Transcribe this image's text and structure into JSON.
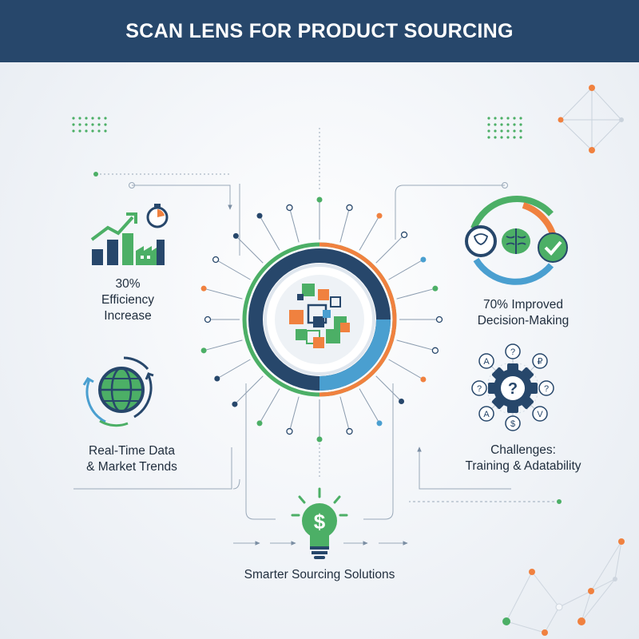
{
  "title": "SCAN LENS FOR PRODUCT SOURCING",
  "sections": {
    "efficiency": {
      "line1": "30%",
      "line2": "Efficiency",
      "line3": "Increase"
    },
    "decision": {
      "line1": "70% Improved",
      "line2": "Decision-Making"
    },
    "realtime": {
      "line1": "Real-Time Data",
      "line2": "& Market Trends"
    },
    "challenges": {
      "line1": "Challenges:",
      "line2": "Training & Adatability"
    },
    "solutions": {
      "line1": "Smarter Sourcing Solutions",
      "bulb_symbol": "$"
    }
  },
  "gear_badges": [
    "A",
    "?",
    "₽",
    "?",
    "?",
    "A",
    "$",
    "V"
  ],
  "gear_symbol": "?",
  "colors": {
    "navy": "#27476b",
    "green": "#4caf66",
    "orange": "#f0813f",
    "blue": "#4a9fd0",
    "header": "#27476b"
  },
  "icons": [
    "bar-chart-icon",
    "stopwatch-icon",
    "factory-icon",
    "globe-icon",
    "brain-icon",
    "check-icon",
    "gear-question-icon",
    "lightbulb-dollar-icon",
    "scan-lens-icon"
  ]
}
